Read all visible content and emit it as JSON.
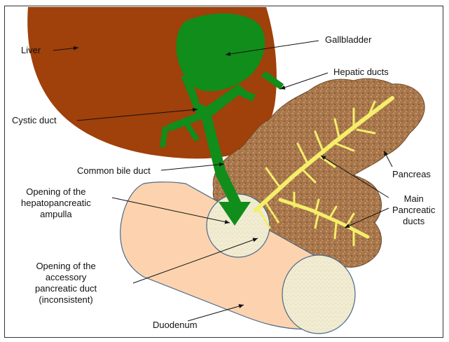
{
  "labels": {
    "liver": "Liver",
    "gallbladder": "Gallbladder",
    "hepatic_ducts": "Hepatic ducts",
    "cystic_duct": "Cystic duct",
    "common_bile_duct": "Common bile duct",
    "pancreas": "Pancreas",
    "main_pancreatic_ducts": "Main\nPancreatic\nducts",
    "hepatopancreatic_ampulla": "Opening of the\nhepatopancreatic\nampulla",
    "accessory_duct": "Opening of the\naccessory\npancreatic duct\n(inconsistent)",
    "duodenum": "Duodenum"
  },
  "colors": {
    "liver": "#a0400a",
    "gallbladder_ducts": "#108d1a",
    "pancreas": "#a8764a",
    "pancreas_texture": "#c49a6c",
    "pancreatic_ducts": "#f4ee6a",
    "duodenum": "#fcd3ae",
    "duodenum_opening": "#f1ecd2",
    "outline": "#4a6a8a",
    "text": "#111111"
  }
}
